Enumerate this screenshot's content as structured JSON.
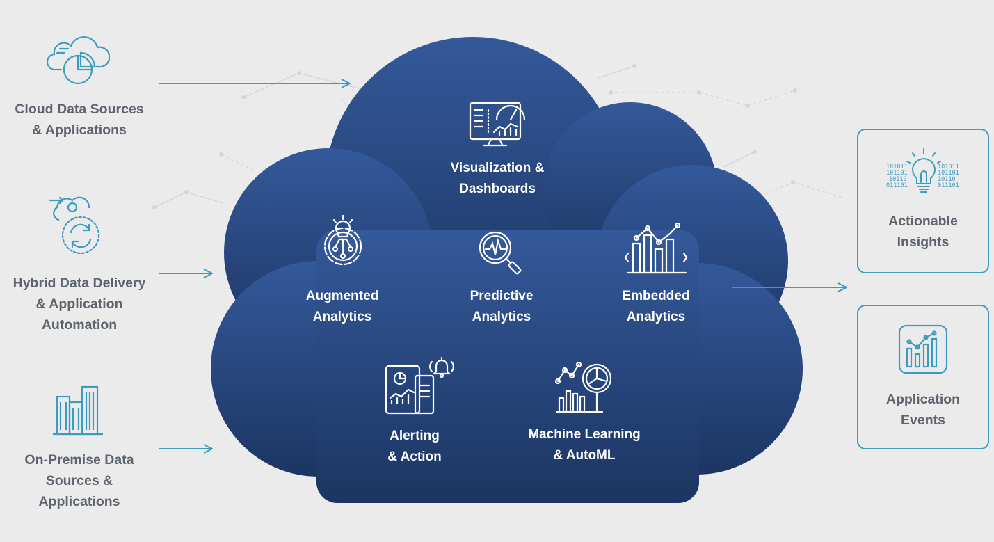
{
  "sources": [
    {
      "id": "cloud",
      "icon": "cloud-pie-chart-icon",
      "lines": [
        "Cloud Data Sources",
        "& Applications"
      ]
    },
    {
      "id": "hybrid",
      "icon": "hybrid-sync-icon",
      "lines": [
        "Hybrid Data Delivery",
        "& Application",
        "Automation"
      ]
    },
    {
      "id": "onprem",
      "icon": "buildings-icon",
      "lines": [
        "On-Premise Data",
        "Sources &",
        "Applications"
      ]
    }
  ],
  "capabilities": [
    {
      "id": "viz",
      "icon": "monitor-dashboard-icon",
      "lines": [
        "Visualization &",
        "Dashboards"
      ]
    },
    {
      "id": "augmented",
      "icon": "gear-lightbulb-icon",
      "lines": [
        "Augmented",
        "Analytics"
      ]
    },
    {
      "id": "predictive",
      "icon": "magnifier-pulse-icon",
      "lines": [
        "Predictive",
        "Analytics"
      ]
    },
    {
      "id": "embedded",
      "icon": "bar-chart-code-icon",
      "lines": [
        "Embedded",
        "Analytics"
      ]
    },
    {
      "id": "alerting",
      "icon": "devices-bell-icon",
      "lines": [
        "Alerting",
        "& Action"
      ]
    },
    {
      "id": "ml",
      "icon": "chart-magnifier-icon",
      "lines": [
        "Machine Learning",
        "& AutoML"
      ]
    }
  ],
  "outputs": [
    {
      "id": "insights",
      "icon": "lightbulb-binary-icon",
      "lines": [
        "Actionable",
        "Insights"
      ],
      "binary": [
        "101011",
        "101101",
        "10110",
        "011101"
      ]
    },
    {
      "id": "events",
      "icon": "app-chart-icon",
      "lines": [
        "Application",
        "Events"
      ]
    }
  ],
  "colors": {
    "accent": "#3b9cbf",
    "cloud_top": "#34599a",
    "cloud_bottom": "#1c3562",
    "background": "#ebebec",
    "text": "#5e646d"
  }
}
